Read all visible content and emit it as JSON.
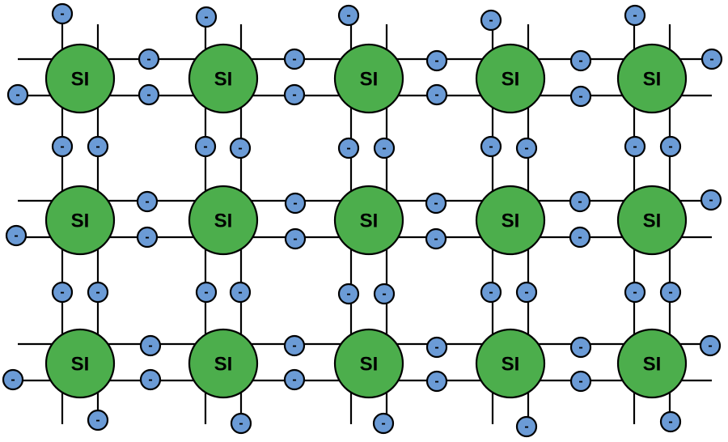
{
  "atom_label": "SI",
  "electron_label": "-",
  "colors": {
    "atom_fill": "#4cae4c",
    "electron_fill": "#6b9bd6",
    "bond": "#000000"
  },
  "lattice": {
    "rows": 3,
    "columns": 5
  },
  "legend": "none"
}
